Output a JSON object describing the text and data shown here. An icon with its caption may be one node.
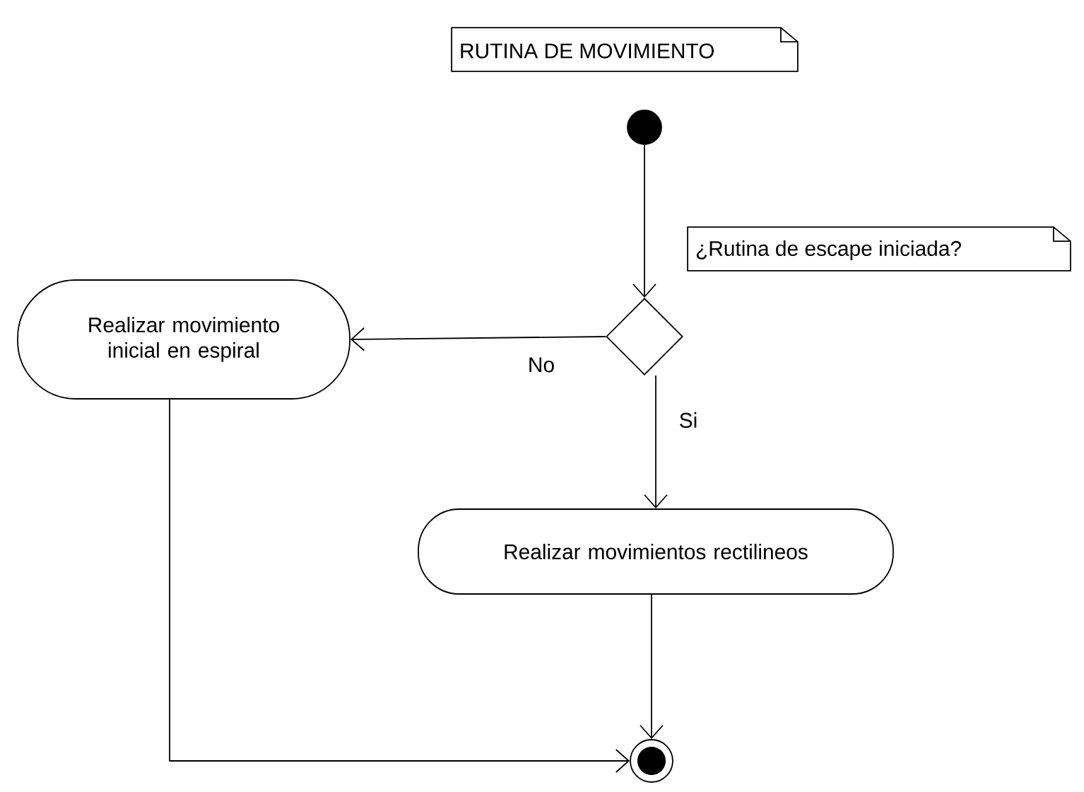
{
  "diagram": {
    "nodes": [
      {
        "text": [
          "RUTINA DE MOVIMIENTO"
        ]
      },
      {
        "text": [],
        "shape": "circle"
      },
      {
        "text": [
          "¿Rutina de escape iniciada?"
        ]
      },
      {
        "text": [],
        "shape": "diamond"
      },
      {
        "text": [
          "Realizar movimiento inicial en espiral"
        ]
      },
      {
        "text": [
          "Realizar movimientos rectilineos"
        ]
      },
      {
        "text": [],
        "shape": "circle"
      }
    ],
    "edges": [
      {
        "from": 1,
        "to": 3,
        "arrow": "to"
      },
      {
        "from": 3,
        "to": 4,
        "arrow": "to",
        "label": "No"
      },
      {
        "from": 3,
        "to": 5,
        "arrow": "to",
        "label": "Si"
      },
      {
        "from": 4,
        "to": 6,
        "arrow": "to"
      },
      {
        "from": 5,
        "to": 6,
        "arrow": "to"
      }
    ]
  }
}
